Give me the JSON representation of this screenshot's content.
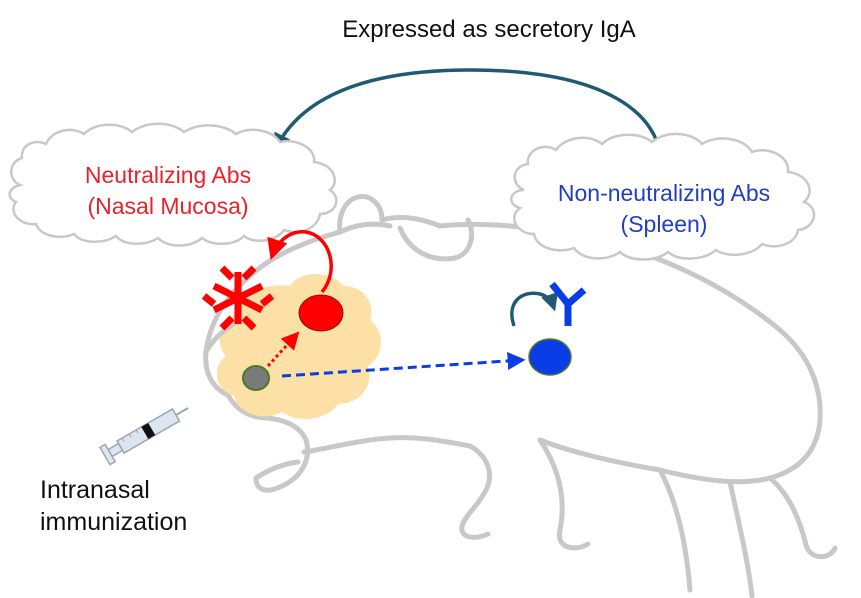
{
  "title": "Expressed as secretory IgA",
  "left_cloud": {
    "line1": "Neutralizing Abs",
    "line2": "(Nasal Mucosa)",
    "color": "#e8232a"
  },
  "right_cloud": {
    "line1": "Non-neutralizing Abs",
    "line2": "(Spleen)",
    "color": "#1f3fc4"
  },
  "route": {
    "line1": "Intranasal",
    "line2": "immunization"
  },
  "colors": {
    "outline": "#c8c8c8",
    "nasal_area": "#fce0a6",
    "neutralizing": "#ff0000",
    "non_neutralizing": "#0a3de6",
    "top_arrow": "#1e5b73",
    "naive_cell": "#7a7a7a",
    "cell_border": "#4a7a2a"
  }
}
